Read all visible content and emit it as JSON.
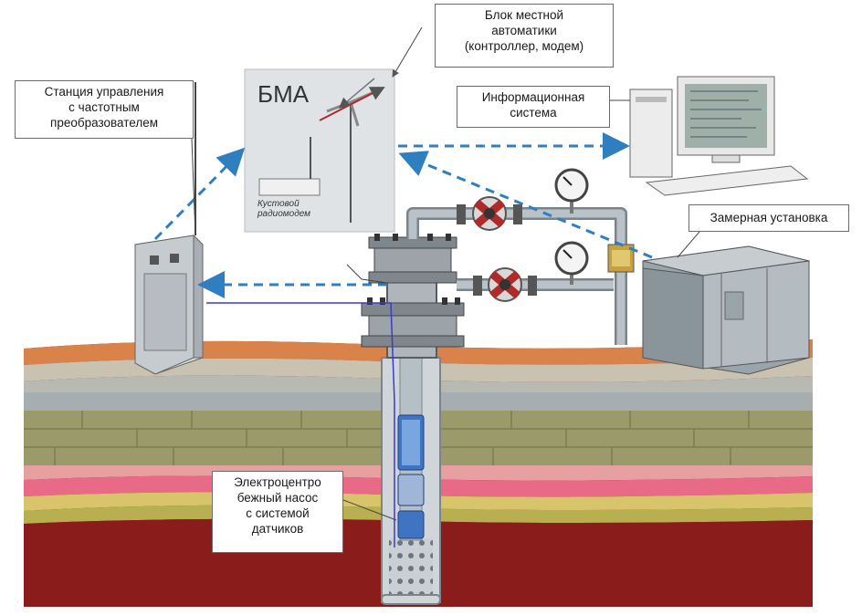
{
  "labels": {
    "control_station": "Станция управления\nс частотным\nпреобразователем",
    "local_automation": "Блок местной\nавтоматики\n(контроллер, модем)",
    "info_system": "Информационная\nсистема",
    "metering_unit": "Замерная установка",
    "esp_pump": "Электроцентро\nбежный насос\nс системой\nдатчиков"
  },
  "bma_panel": {
    "title": "БМА",
    "modem_caption": "Кустовой\nрадиомодем"
  },
  "colors": {
    "signal_link": "#2f7fc0",
    "cable": "#3b3bcc",
    "pipe": "#8f9aa3",
    "rock_red": "#8c1f1f",
    "ground_gray": "#a8b0b3"
  }
}
